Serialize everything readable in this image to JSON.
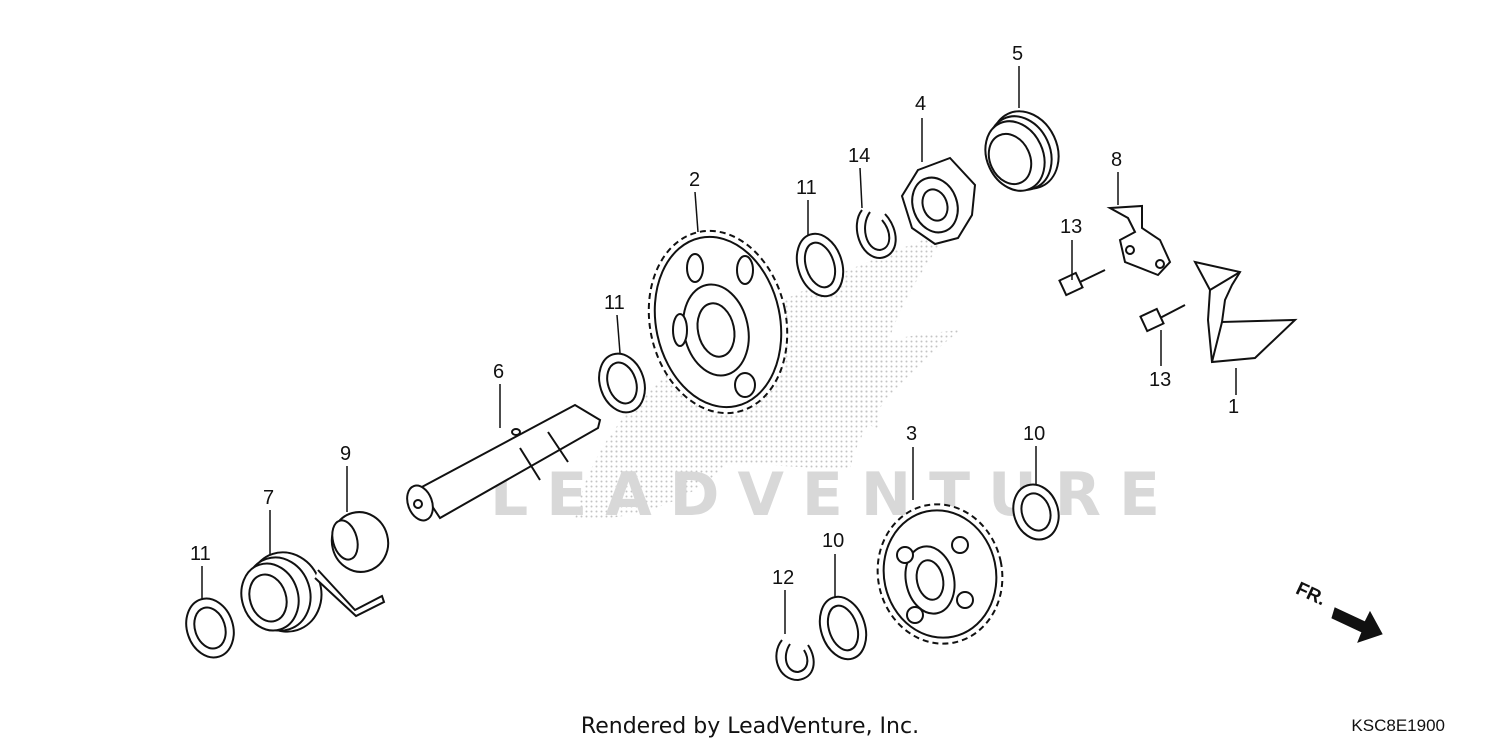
{
  "diagram": {
    "callouts": [
      {
        "id": "c1",
        "text": "1"
      },
      {
        "id": "c2",
        "text": "2"
      },
      {
        "id": "c3",
        "text": "3"
      },
      {
        "id": "c4",
        "text": "4"
      },
      {
        "id": "c5",
        "text": "5"
      },
      {
        "id": "c6",
        "text": "6"
      },
      {
        "id": "c7",
        "text": "7"
      },
      {
        "id": "c8",
        "text": "8"
      },
      {
        "id": "c9",
        "text": "9"
      },
      {
        "id": "c10a",
        "text": "10"
      },
      {
        "id": "c10b",
        "text": "10"
      },
      {
        "id": "c11a",
        "text": "11"
      },
      {
        "id": "c11b",
        "text": "11"
      },
      {
        "id": "c11c",
        "text": "11"
      },
      {
        "id": "c12",
        "text": "12"
      },
      {
        "id": "c13a",
        "text": "13"
      },
      {
        "id": "c13b",
        "text": "13"
      },
      {
        "id": "c14",
        "text": "14"
      }
    ],
    "direction_label": "FR.",
    "watermark": "LEADVENTURE"
  },
  "footer": {
    "credit": "Rendered by LeadVenture, Inc.",
    "diagram_code": "KSC8E1900"
  }
}
